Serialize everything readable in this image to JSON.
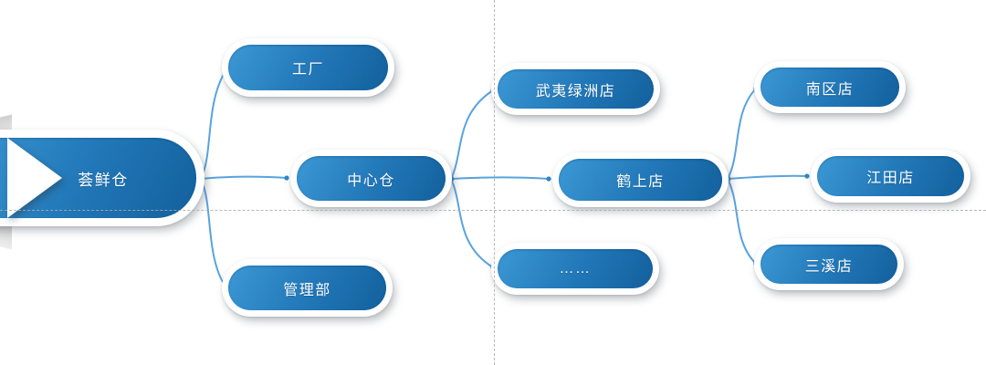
{
  "diagram": {
    "type": "mindmap-org-chart",
    "nodes": {
      "root": {
        "label": "荟鲜仓",
        "level": 0
      },
      "factory": {
        "label": "工厂",
        "level": 1
      },
      "central": {
        "label": "中心仓",
        "level": 1
      },
      "admin": {
        "label": "管理部",
        "level": 1
      },
      "wuyi": {
        "label": "武夷绿洲店",
        "level": 2
      },
      "heshang": {
        "label": "鹤上店",
        "level": 2
      },
      "more": {
        "label": "……",
        "level": 2
      },
      "nanqu": {
        "label": "南区店",
        "level": 3
      },
      "jiangtian": {
        "label": "江田店",
        "level": 3
      },
      "sanxi": {
        "label": "三溪店",
        "level": 3
      }
    },
    "edges": [
      {
        "from": "root",
        "to": "factory"
      },
      {
        "from": "root",
        "to": "central"
      },
      {
        "from": "root",
        "to": "admin"
      },
      {
        "from": "central",
        "to": "wuyi"
      },
      {
        "from": "central",
        "to": "heshang"
      },
      {
        "from": "central",
        "to": "more"
      },
      {
        "from": "heshang",
        "to": "nanqu"
      },
      {
        "from": "heshang",
        "to": "jiangtian"
      },
      {
        "from": "heshang",
        "to": "sanxi"
      }
    ],
    "colors": {
      "node_fill_light": "#3c98d5",
      "node_fill_dark": "#13609d",
      "node_frame": "#ffffff",
      "connector": "#58a3de",
      "connector_dot": "#2e86c8",
      "guide_line": "#acacac",
      "label_text": "#ffffff",
      "background": "#ffffff"
    }
  }
}
